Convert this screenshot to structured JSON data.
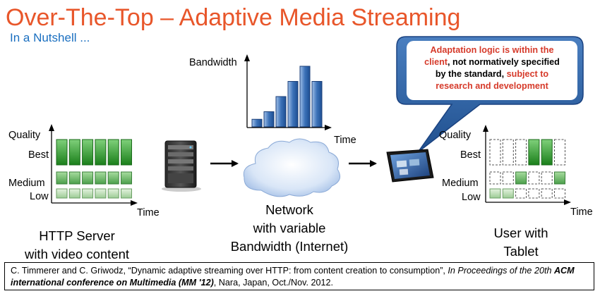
{
  "title": "Over-The-Top – Adaptive Media Streaming",
  "subtitle": "In a Nutshell ...",
  "colors": {
    "title": "#e8562a",
    "subtitle": "#1a6fc0",
    "callout_fill": "#2a5d9b",
    "callout_red": "#d63a2a",
    "green_dark": "#1f8a1f",
    "green_mid": "#4fae4f",
    "green_light": "#a9d7a0",
    "bar_blue": "#2e62a8"
  },
  "callout": {
    "line1_red": "Adaptation logic is within the",
    "line2_red": "client",
    "line2_black": ", not normatively specified",
    "line3_black": "by the standard,",
    "line3_red": " subject to",
    "line4_red": "research and development"
  },
  "server_chart": {
    "y_title": "Quality",
    "x_label": "Time",
    "levels": [
      "Best",
      "Medium",
      "Low"
    ]
  },
  "client_chart": {
    "y_title": "Quality",
    "x_label": "Time",
    "levels": [
      "Best",
      "Medium",
      "Low"
    ],
    "selected_levels": [
      "Low",
      "Low",
      "Medium",
      "Best",
      "Best",
      "Medium"
    ]
  },
  "bandwidth_chart": {
    "y_title": "Bandwidth",
    "x_label": "Time",
    "values": [
      1,
      2,
      4,
      6,
      8,
      6
    ]
  },
  "labels": {
    "server_line1": "HTTP Server",
    "server_line2": "with video content",
    "network_line1": "Network",
    "network_line2": "with variable",
    "network_line3": "Bandwidth (Internet)",
    "client_line1": "User with",
    "client_line2": "Tablet"
  },
  "citation": {
    "part1": "C. Timmerer and C. Griwodz, “Dynamic adaptive streaming over HTTP: from content creation to consumption”, ",
    "part2_italic": "In Proceedings of the 20th ",
    "part3_bold_italic": "ACM international conference on Multimedia (MM '12)",
    "part4": ", Nara, Japan, Oct./Nov. 2012."
  }
}
